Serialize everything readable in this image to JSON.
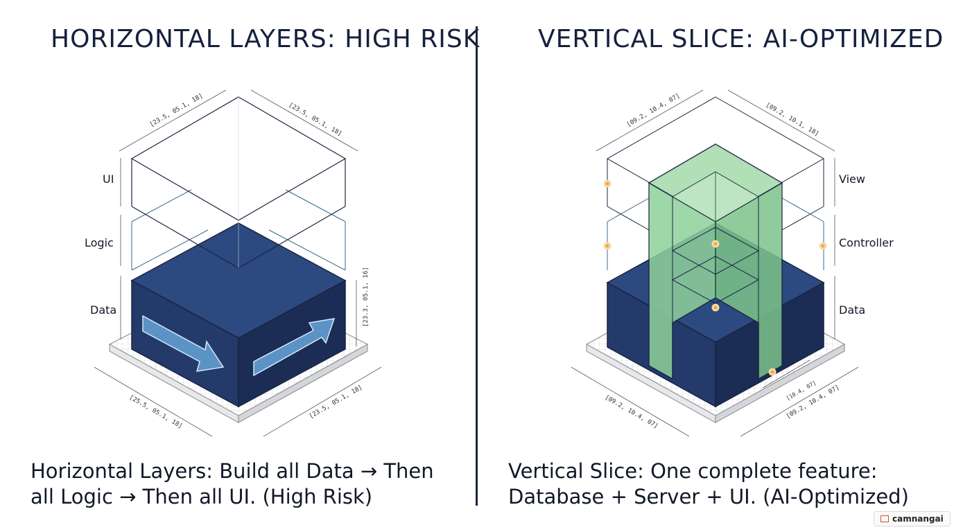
{
  "left": {
    "title": "HORIZONTAL LAYERS: HIGH RISK",
    "labels": {
      "ui": "UI",
      "logic": "Logic",
      "data": "Data"
    },
    "dims": {
      "top_left": "[23.5, 05.1, 18]",
      "top_right": "[23.5, 05.1, 18]",
      "height": "[23.3, 05.1, 16]",
      "bottom_left": "[25.5, 05.1, 18]",
      "bottom_right": "[23.5, 05.1, 18]"
    },
    "caption_line1": "Horizontal Layers: Build all Data → Then",
    "caption_line2": "all Logic → Then all UI. (High Risk)"
  },
  "right": {
    "title": "VERTICAL SLICE: AI-OPTIMIZED",
    "labels": {
      "view": "View",
      "controller": "Controller",
      "data": "Data"
    },
    "dims": {
      "top_left": "[09.2, 10.4, 07]",
      "top_right": "[09.2, 10.1, 18]",
      "bottom_left": "[09.2, 10.4, 07]",
      "bottom_right": "[09.2, 10.4, 07]",
      "small": "[10.4, 07]"
    },
    "caption_line1": "Vertical Slice: One complete feature:",
    "caption_line2": "Database + Server + UI. (AI-Optimized)"
  },
  "colors": {
    "navy": "#233a6b",
    "navy_dark": "#1b2d55",
    "arrow": "#5b93c6",
    "green": "#8fd29a",
    "outline": "#1a2440"
  },
  "badge": {
    "text": "camnangai"
  }
}
